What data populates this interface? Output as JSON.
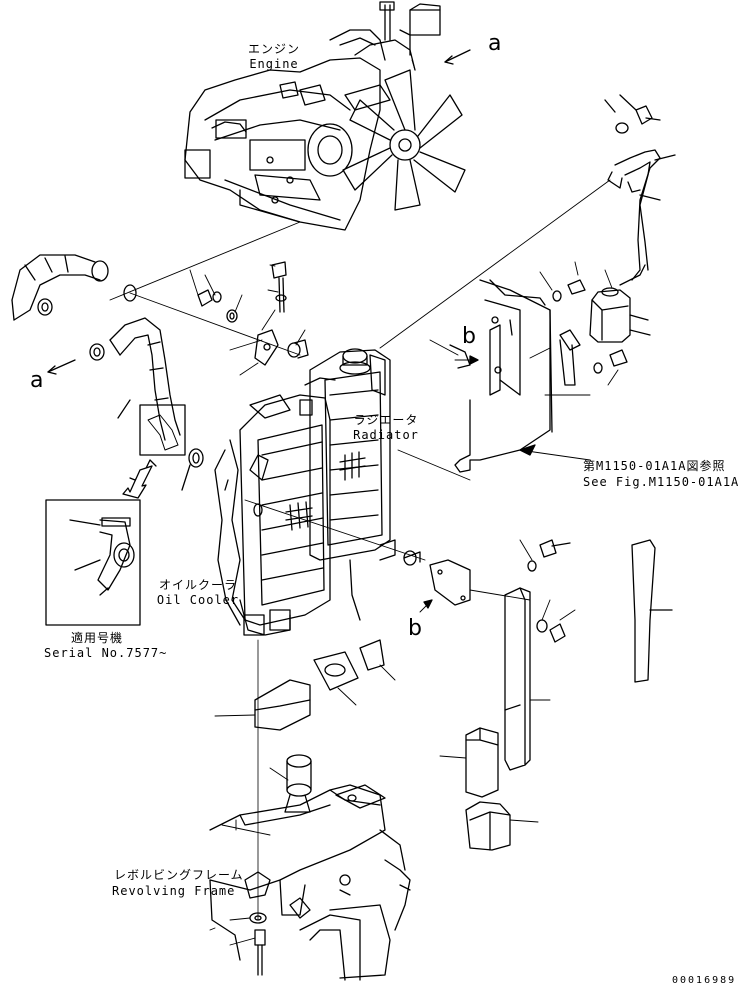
{
  "labels": {
    "engine_jp": "エンジン",
    "engine_en": "Engine",
    "radiator_jp": "ラジエータ",
    "radiator_en": "Radiator",
    "fig_ref_jp": "第M1150-01A1A図参照",
    "fig_ref_en": "See Fig.M1150-01A1A",
    "oil_cooler_jp": "オイルクーラ",
    "oil_cooler_en": "Oil Cooler",
    "serial_jp": "適用号機",
    "serial_en": "Serial No.7577~",
    "frame_jp": "レボルビングフレーム",
    "frame_en": "Revolving Frame"
  },
  "reference_letters": {
    "a_top": "a",
    "a_left": "a",
    "b_upper": "b",
    "b_lower": "b"
  },
  "document_number": "00016989"
}
